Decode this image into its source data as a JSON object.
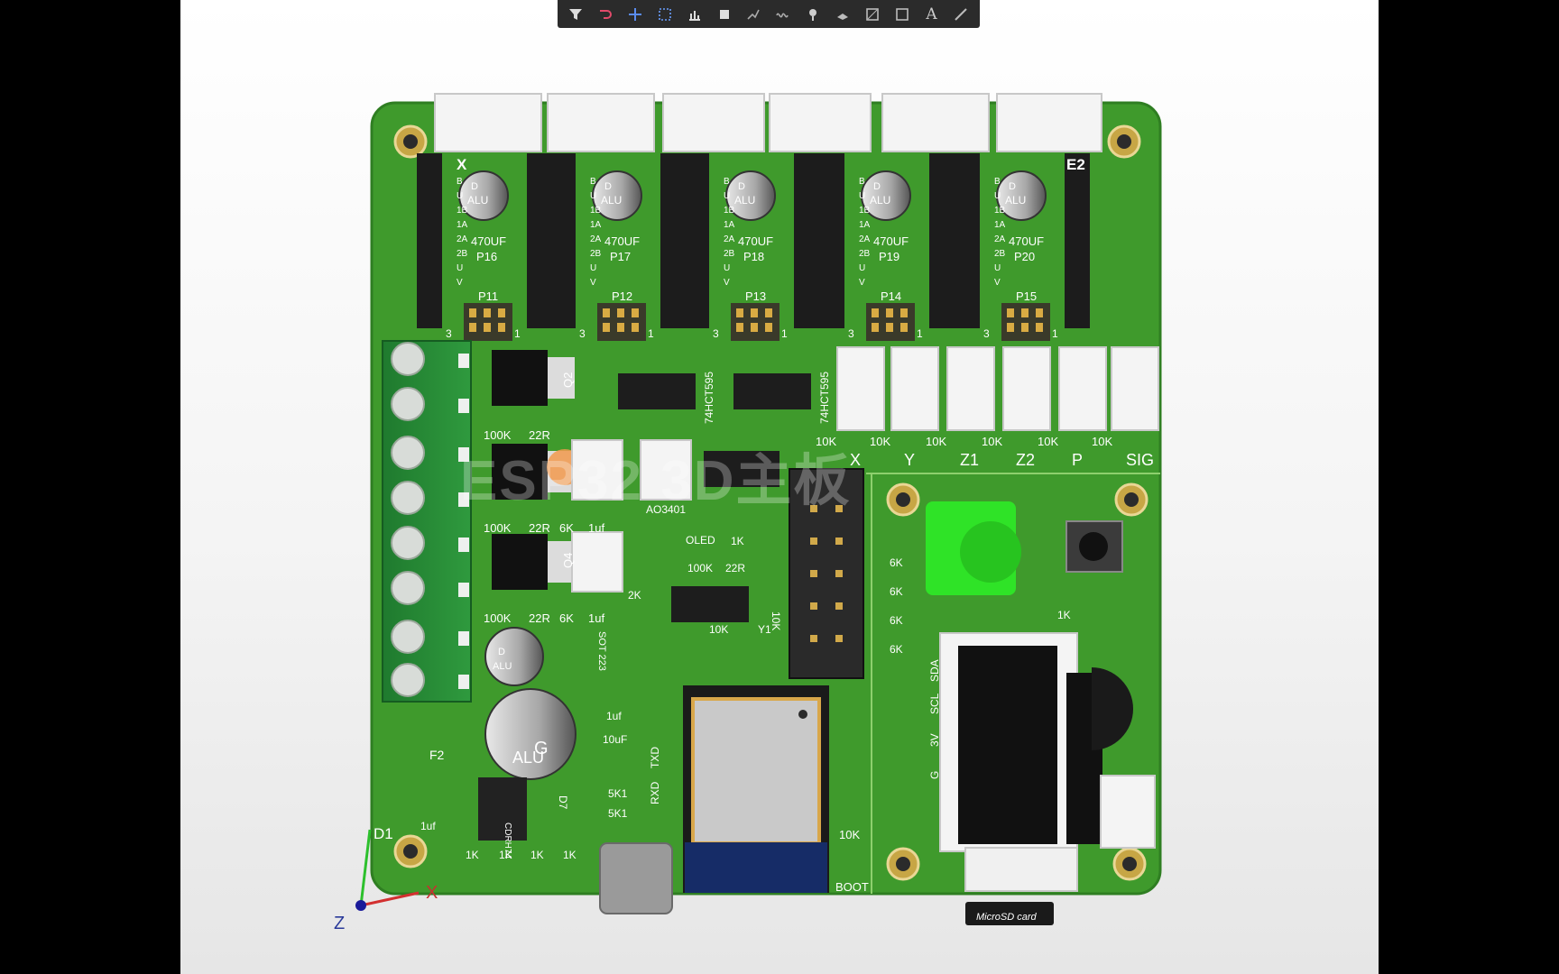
{
  "toolbar": {
    "tools": [
      {
        "icon": "filter-icon"
      },
      {
        "icon": "route-icon"
      },
      {
        "icon": "crosshair-icon"
      },
      {
        "icon": "select-rect-icon"
      },
      {
        "icon": "bar-chart-icon"
      },
      {
        "icon": "chip-icon"
      },
      {
        "icon": "connect-icon"
      },
      {
        "icon": "wave-icon"
      },
      {
        "icon": "pin-icon"
      },
      {
        "icon": "layer-icon"
      },
      {
        "icon": "rect-icon"
      },
      {
        "icon": "chart-icon"
      },
      {
        "icon": "text-icon"
      },
      {
        "icon": "line-icon"
      }
    ],
    "text_tool_label": "A"
  },
  "watermark": "ESP32 3D主板",
  "board": {
    "color": "#3f9a2c",
    "drivers": [
      {
        "cap": "470UF",
        "ref": "P16",
        "header": "P11",
        "label": "X"
      },
      {
        "cap": "470UF",
        "ref": "P17",
        "header": "P12",
        "label": ""
      },
      {
        "cap": "470UF",
        "ref": "P18",
        "header": "P13",
        "label": ""
      },
      {
        "cap": "470UF",
        "ref": "P19",
        "header": "P14",
        "label": ""
      },
      {
        "cap": "470UF",
        "ref": "P20",
        "header": "P15",
        "label": "E2"
      }
    ],
    "cap_marking": "ALU",
    "cap_polarity": "D",
    "pin_labels": [
      "B",
      "U",
      "1B",
      "1A",
      "2A",
      "2B",
      "U",
      "V"
    ],
    "jumper_one": "1",
    "jumper_three": "3",
    "endstops": [
      {
        "res": "10K",
        "label": "X"
      },
      {
        "res": "10K",
        "label": "Y"
      },
      {
        "res": "10K",
        "label": "Z1"
      },
      {
        "res": "10K",
        "label": "Z2"
      },
      {
        "res": "10K",
        "label": "P"
      },
      {
        "res": "10K",
        "label": "SIG"
      }
    ],
    "shift_reg": "74HCT595",
    "mosfets": [
      {
        "ref": "Q2",
        "r1": "100K",
        "r2": "22R",
        "r3": "",
        "r4": ""
      },
      {
        "ref": "",
        "r1": "100K",
        "r2": "22R",
        "r3": "6K",
        "r4": "1uf"
      },
      {
        "ref": "Q4",
        "r1": "100K",
        "r2": "22R",
        "r3": "6K",
        "r4": "1uf"
      }
    ],
    "small_fet": "AO3401",
    "oled_label": "OLED",
    "misc_labels": {
      "k1": "1K",
      "r100k": "100K",
      "r22": "22R",
      "c10": "10uf",
      "c1uf": "1uf",
      "r10k": "10K",
      "k2": "2K",
      "sot": "SOT 223",
      "f2": "F2",
      "d1": "D1",
      "d7": "D7",
      "ind": "CDRH74",
      "txd": "TXD",
      "rxd": "RXD",
      "r5k1": "5K1",
      "boot": "BOOT",
      "c10uf": "10uF",
      "y1": "Y1"
    },
    "bottom_res": [
      "1K",
      "1K",
      "1K",
      "1K"
    ],
    "big_cap": "G",
    "right_panel": {
      "res": [
        "6K",
        "6K",
        "6K",
        "6K"
      ],
      "i2c": [
        "G",
        "3V",
        "SCL",
        "SDA"
      ],
      "sd_label": "MicroSD card",
      "k1": "1K"
    }
  },
  "axes": {
    "x": "X",
    "z": "Z"
  }
}
